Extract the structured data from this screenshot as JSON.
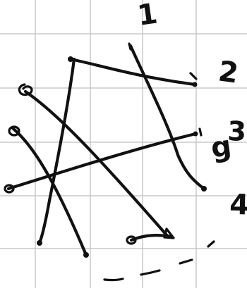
{
  "labels": {
    "top": "1",
    "right_1": "2",
    "right_2": "3",
    "right_3": "4",
    "side_letter": "g"
  },
  "colors": {
    "paper": "#ffffff",
    "grid": "#c8c8c8",
    "ink": "#111111"
  }
}
